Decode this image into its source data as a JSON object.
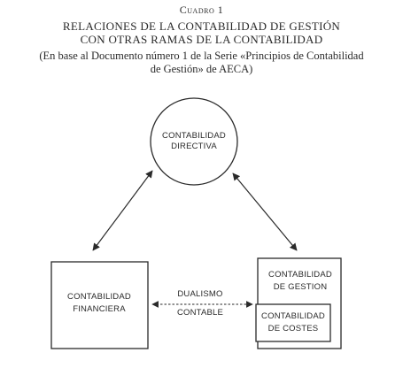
{
  "header": {
    "label": "Cuadro 1",
    "title_lines": [
      "RELACIONES DE LA CONTABILIDAD DE GESTIÓN",
      "CON OTRAS RAMAS DE LA CONTABILIDAD"
    ],
    "subtitle_lines": [
      "(En base al Documento número 1 de la Serie «Principios de Contabilidad",
      "de Gestión» de AECA)"
    ]
  },
  "diagram": {
    "directiva": [
      "CONTABILIDAD",
      "DIRECTIVA"
    ],
    "financiera": [
      "CONTABILIDAD",
      "FINANCIERA"
    ],
    "gestion": [
      "CONTABILIDAD",
      "DE GESTION"
    ],
    "costes": [
      "CONTABILIDAD",
      "DE COSTES"
    ],
    "dualismo": [
      "DUALISMO",
      "CONTABLE"
    ]
  }
}
